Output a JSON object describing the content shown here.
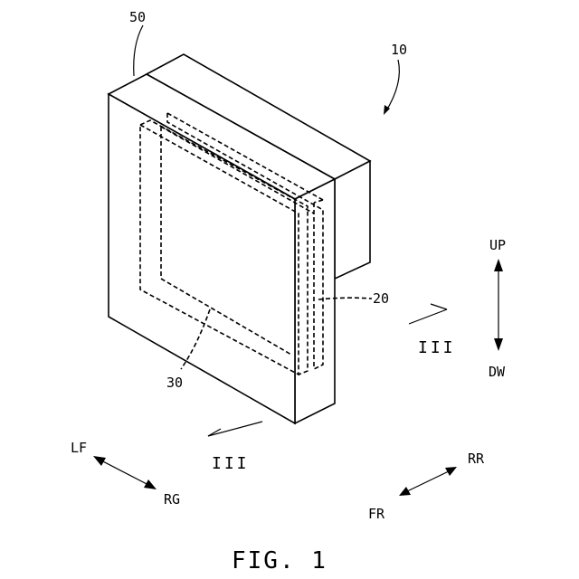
{
  "figure": {
    "caption": "FIG. 1",
    "refs": {
      "device": "10",
      "part20": "20",
      "part30": "30",
      "part50": "50"
    },
    "section_marks": {
      "right": "III",
      "bottom": "III"
    },
    "directions": {
      "up": "UP",
      "down": "DW",
      "left_front": "LF",
      "right_rear": "RG",
      "rear_right": "RR",
      "front_right": "FR"
    }
  }
}
